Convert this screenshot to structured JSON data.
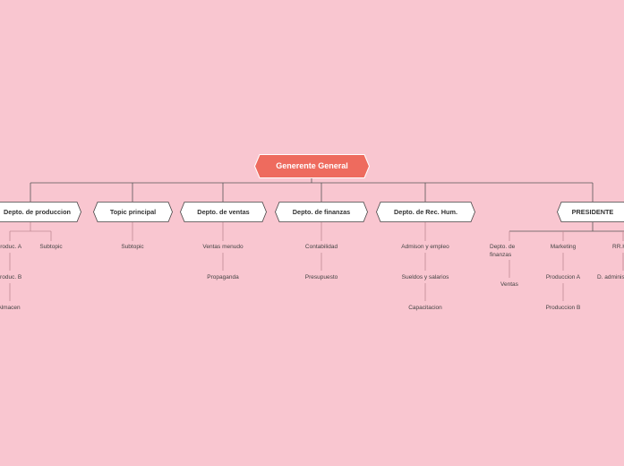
{
  "root": {
    "label": "Generente General",
    "color": "#ee6b5e"
  },
  "line_color": "#555555",
  "sub_line_color": "#c08a94",
  "branches": [
    {
      "label": "Depto. de produccion",
      "children": [
        {
          "label": "Produc. A",
          "children": [
            {
              "label": "Produc. B",
              "children": [
                {
                  "label": "Almacen"
                }
              ]
            }
          ]
        },
        {
          "label": "Subtopic"
        }
      ]
    },
    {
      "label": "Topic principal",
      "children": [
        {
          "label": "Subtopic"
        }
      ]
    },
    {
      "label": "Depto. de ventas",
      "children": [
        {
          "label": "Ventas menudo",
          "children": [
            {
              "label": "Propaganda"
            }
          ]
        }
      ]
    },
    {
      "label": "Depto. de finanzas",
      "children": [
        {
          "label": "Contabilidad",
          "children": [
            {
              "label": "Presupuesto"
            }
          ]
        }
      ]
    },
    {
      "label": "Depto. de Rec. Hum.",
      "children": [
        {
          "label": "Admison y empleo",
          "children": [
            {
              "label": "Sueldos y salarios",
              "children": [
                {
                  "label": "Capacitacion"
                }
              ]
            }
          ]
        }
      ]
    },
    {
      "label": "PRESIDENTE",
      "children": [
        {
          "label": "Depto. de finanzas",
          "children": [
            {
              "label": "Ventas"
            }
          ]
        },
        {
          "label": "Marketing",
          "children": [
            {
              "label": "Produccion A",
              "children": [
                {
                  "label": "Produccion B"
                }
              ]
            }
          ]
        },
        {
          "label": "RR.HH.",
          "children": [
            {
              "label": "D. administrativo"
            }
          ]
        }
      ]
    }
  ]
}
